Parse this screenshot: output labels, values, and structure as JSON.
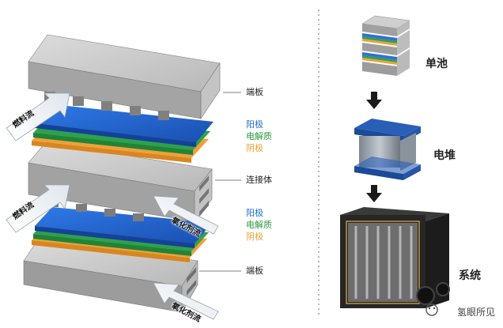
{
  "left_labels": {
    "end_plate_top": "端板",
    "anode_1": "阳极",
    "electrolyte_1": "电解质",
    "cathode_1": "阴极",
    "interconnect": "连接体",
    "anode_2": "阳极",
    "electrolyte_2": "电解质",
    "cathode_2": "阴极",
    "end_plate_bottom": "端板"
  },
  "flow_labels": {
    "fuel_1": "燃料流",
    "fuel_2": "燃料流",
    "oxidant_1": "氧化剂流",
    "oxidant_2": "氧化剂流"
  },
  "stages": {
    "cell": "单池",
    "stack": "电堆",
    "system": "系统"
  },
  "watermark": "氢眼所见",
  "colors": {
    "plate_top": "#c9c9c9",
    "plate_side": "#a6a6a6",
    "plate_front": "#8f8f8f",
    "anode": "#1f5fd0",
    "electrolyte": "#2ca24a",
    "cathode": "#f0a03a",
    "anode_label": "#1f6ccf",
    "electrolyte_label": "#2e9a3e",
    "cathode_label": "#f0a03a",
    "stack_blue": "#1c4fa0"
  }
}
